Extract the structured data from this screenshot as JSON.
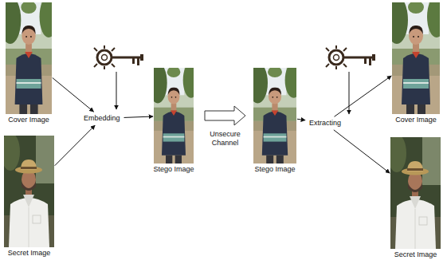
{
  "diagram": {
    "nodes": [
      {
        "text": [
          "Cover Image"
        ]
      },
      {
        "text": [
          "Secret Image"
        ]
      },
      {
        "text": [
          "Embedding"
        ]
      },
      {
        "text": [
          "Stego Image"
        ]
      },
      {
        "text": [
          "Stego Image"
        ]
      },
      {
        "text": [
          "Extracting"
        ]
      },
      {
        "text": [
          "Cover Image"
        ]
      },
      {
        "text": [
          "Secret Image"
        ]
      }
    ],
    "edges": [
      {
        "from": 0,
        "to": 2,
        "arrow": "to"
      },
      {
        "from": 1,
        "to": 2,
        "arrow": "to"
      },
      {
        "from": 2,
        "to": 3,
        "arrow": "to"
      },
      {
        "from": 3,
        "to": 4,
        "label": "Unsecure Channel",
        "arrow": "to"
      },
      {
        "from": 4,
        "to": 5,
        "arrow": "to"
      },
      {
        "from": 5,
        "to": 6,
        "arrow": "to"
      },
      {
        "from": 5,
        "to": 7,
        "arrow": "to"
      }
    ]
  }
}
